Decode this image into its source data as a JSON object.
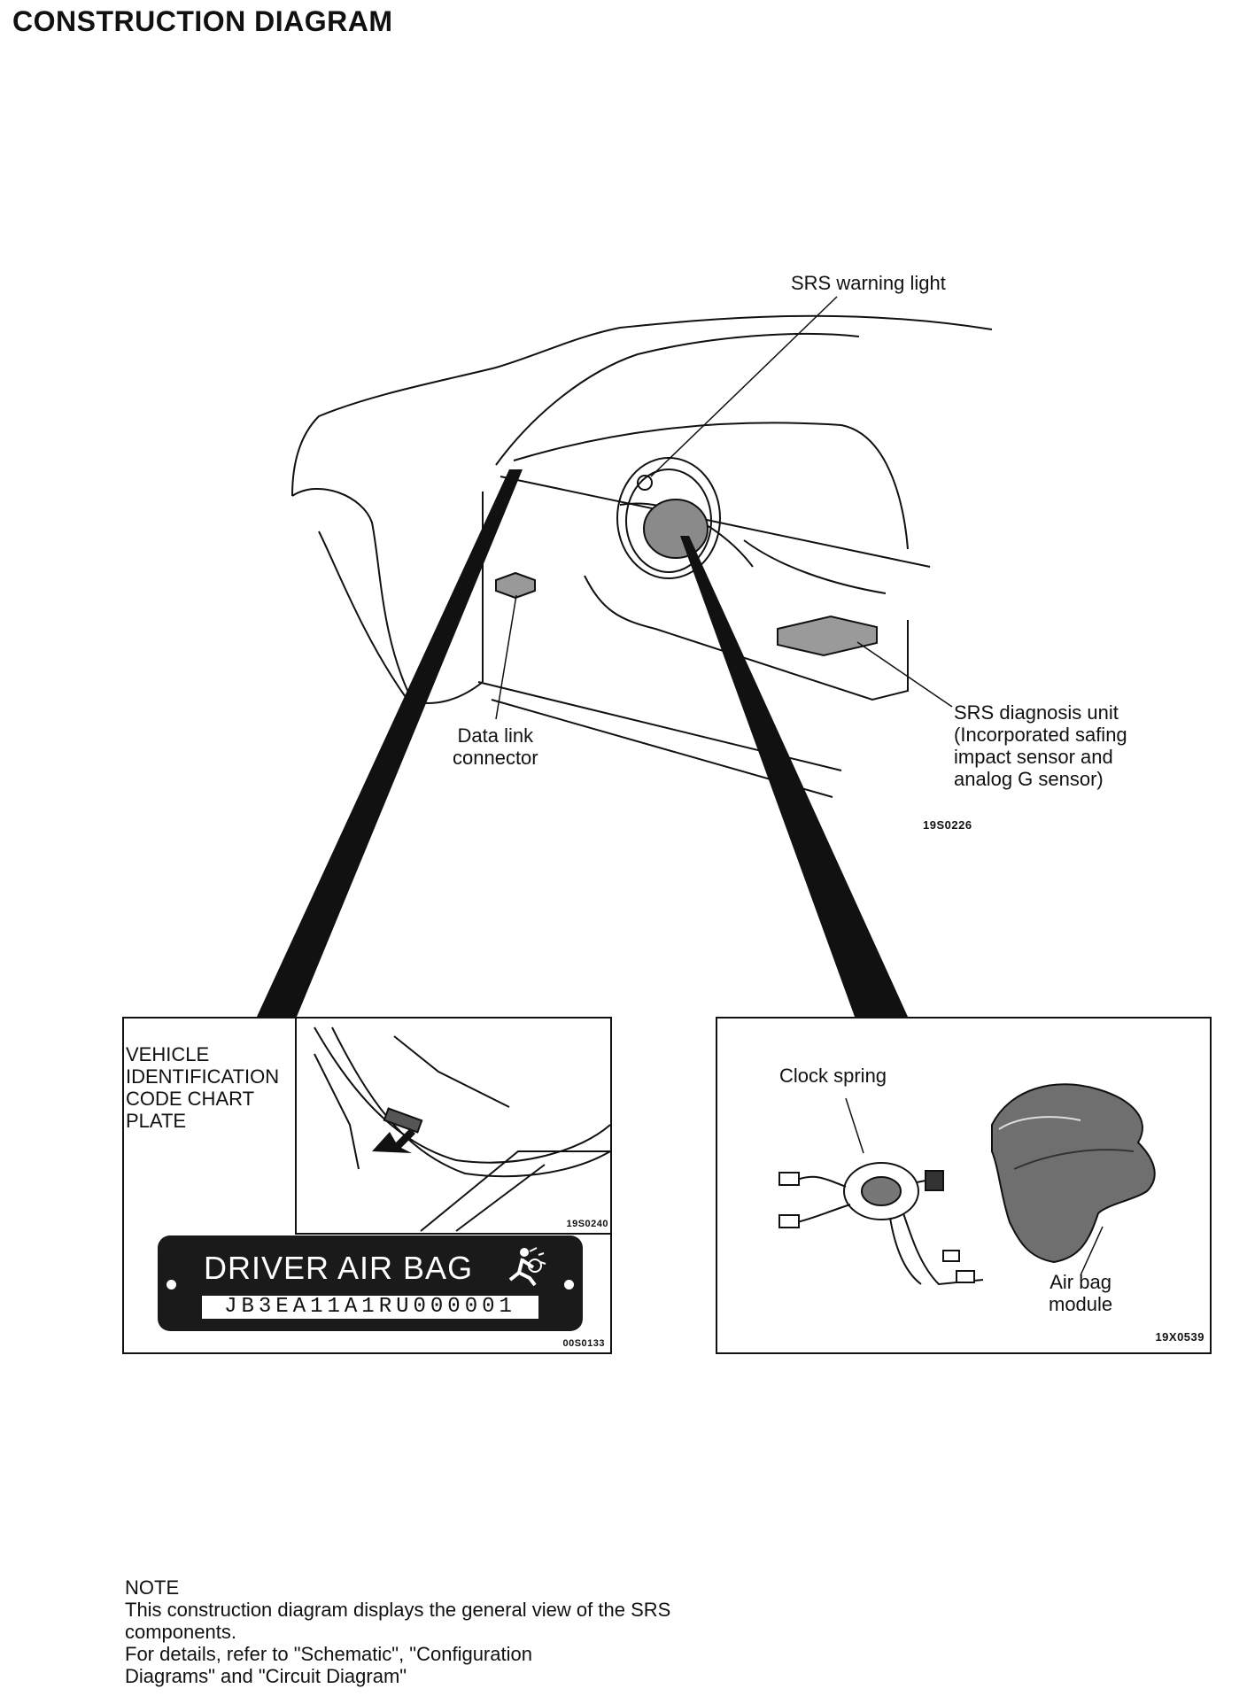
{
  "title": "CONSTRUCTION DIAGRAM",
  "main_figure": {
    "labels": {
      "srs_warning_light": "SRS warning light",
      "data_link_connector": "Data link\nconnector",
      "srs_diagnosis_unit": "SRS diagnosis unit\n(Incorporated safing\nimpact sensor and\nanalog G sensor)"
    },
    "figure_code": "19S0226"
  },
  "left_inset": {
    "label": "VEHICLE\nIDENTIFICATION\nCODE CHART\nPLATE",
    "figure_code_top": "19S0240",
    "plate_title": "DRIVER AIR BAG",
    "plate_vin": "JB3EA11A1RU000001",
    "figure_code_bottom": "00S0133"
  },
  "right_inset": {
    "clock_spring_label": "Clock spring",
    "air_bag_module_label": "Air bag\nmodule",
    "figure_code": "19X0539"
  },
  "note": {
    "heading": "NOTE",
    "line1": "This construction diagram displays the general view of the SRS",
    "line2": "components.",
    "line3": "For details, refer to \"Schematic\",  \"Configuration",
    "line4": "Diagrams\" and \"Circuit Diagram\""
  }
}
